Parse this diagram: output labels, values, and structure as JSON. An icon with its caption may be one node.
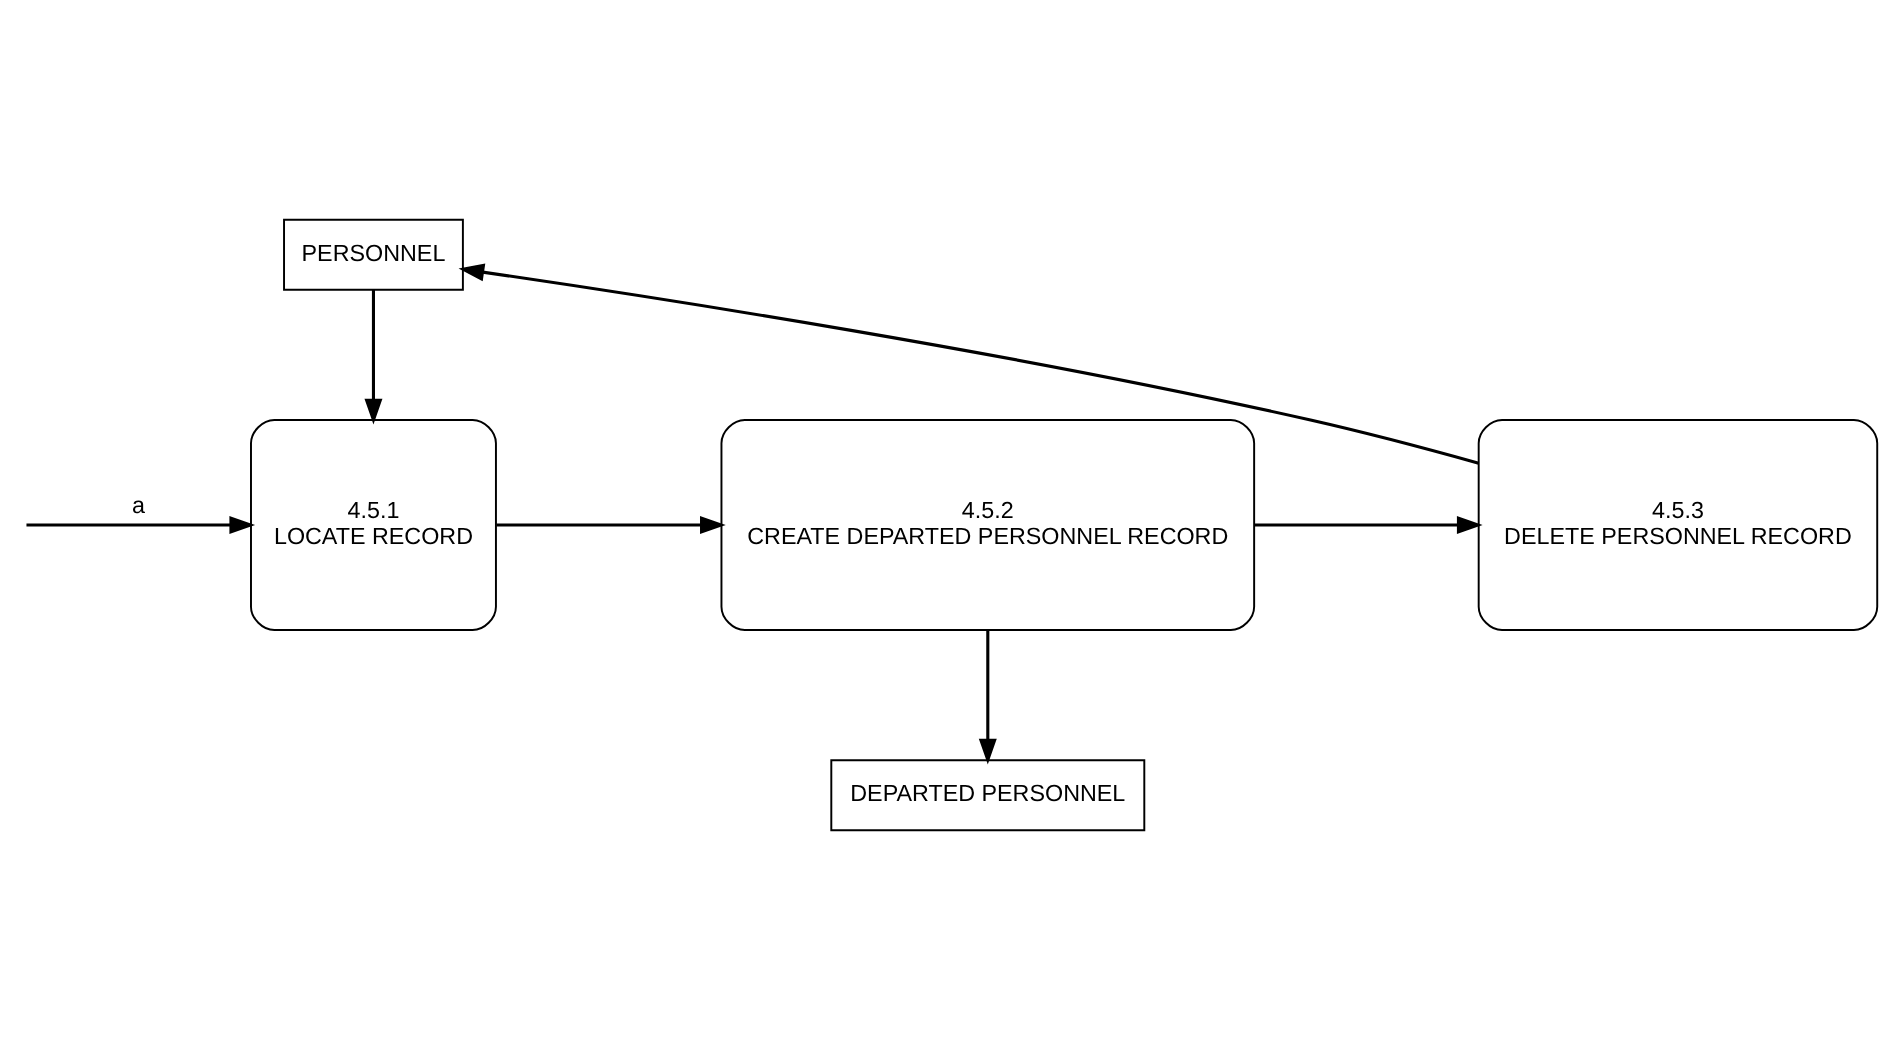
{
  "diagram": {
    "nodes": [
      {
        "text": [
          "PERSONNEL"
        ]
      },
      {
        "text": [
          "4.5.1",
          "LOCATE RECORD"
        ]
      },
      {
        "text": [
          "4.5.2",
          "CREATE DEPARTED PERSONNEL RECORD"
        ]
      },
      {
        "text": [
          "4.5.3",
          "DELETE PERSONNEL RECORD"
        ]
      },
      {
        "text": [
          "DEPARTED PERSONNEL"
        ]
      }
    ],
    "edges": [
      {
        "from": null,
        "to": 1,
        "arrow": "to",
        "label": "a"
      },
      {
        "from": 0,
        "to": 1,
        "arrow": "to"
      },
      {
        "from": 1,
        "to": 2,
        "arrow": "to"
      },
      {
        "from": 2,
        "to": 3,
        "arrow": "to"
      },
      {
        "from": 3,
        "to": 0,
        "arrow": "to"
      },
      {
        "from": 2,
        "to": 4,
        "arrow": "to"
      }
    ]
  }
}
